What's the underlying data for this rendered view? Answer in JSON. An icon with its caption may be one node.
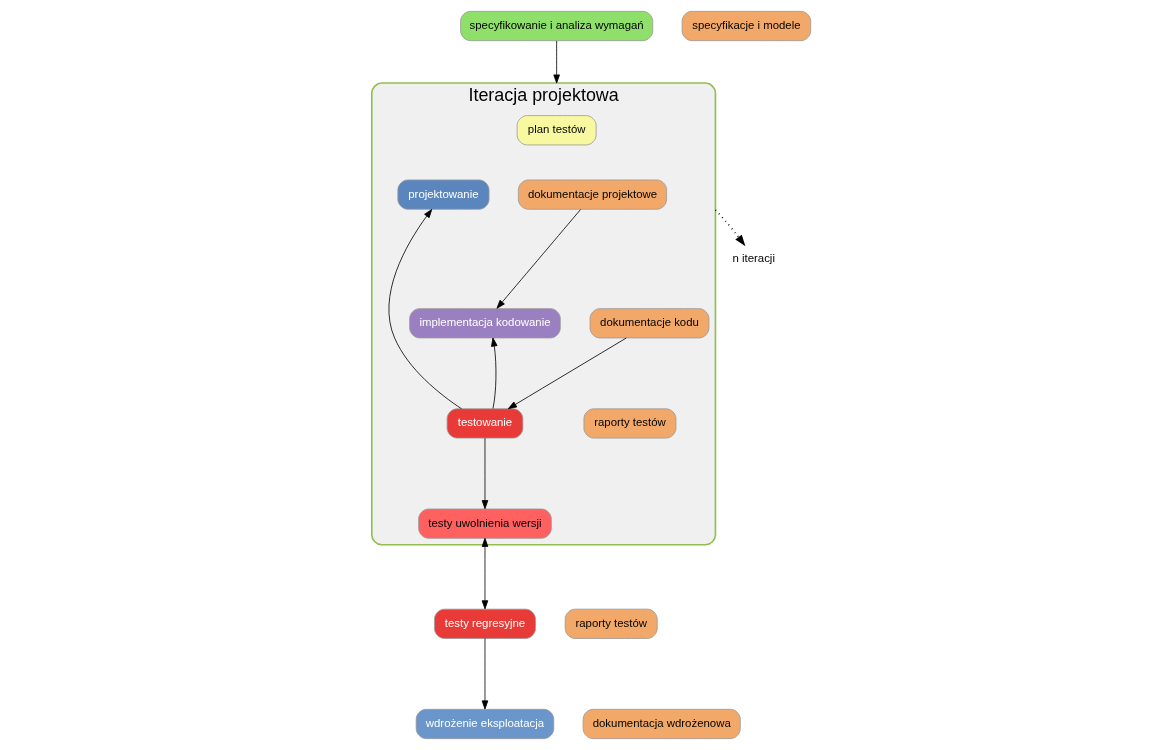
{
  "diagram": {
    "nodes": [
      {
        "text": [
          "specyfikowanie i analiza wymagań"
        ]
      },
      {
        "text": [
          "specyfikacje i modele"
        ]
      },
      {
        "text": [
          "Iteracja projektowa"
        ]
      },
      {
        "text": [
          "plan testów"
        ],
        "in": 2
      },
      {
        "text": [
          "projektowanie"
        ],
        "in": 2
      },
      {
        "text": [
          "dokumentacje projektowe"
        ],
        "in": 2
      },
      {
        "text": [
          "implementacja kodowanie"
        ],
        "in": 2
      },
      {
        "text": [
          "dokumentacje kodu"
        ],
        "in": 2
      },
      {
        "text": [
          "testowanie"
        ],
        "in": 2
      },
      {
        "text": [
          "raporty testów"
        ],
        "in": 2
      },
      {
        "text": [
          "testy uwolnienia wersji"
        ],
        "in": 2
      },
      {
        "text": [
          "testy regresyjne"
        ]
      },
      {
        "text": [
          "raporty testów"
        ]
      },
      {
        "text": [
          "wdrożenie eksploatacja"
        ]
      },
      {
        "text": [
          "dokumentacja wdrożenowa"
        ]
      },
      {
        "text": [
          "n iteracji"
        ]
      }
    ],
    "edges": [
      {
        "from": 0,
        "to": 2,
        "arrow": "to"
      },
      {
        "from": 2,
        "to": 15,
        "arrow": "to",
        "style": "dashed"
      },
      {
        "from": 5,
        "to": 6,
        "arrow": "to"
      },
      {
        "from": 7,
        "to": 8,
        "arrow": "to"
      },
      {
        "from": 8,
        "to": 4,
        "arrow": "to"
      },
      {
        "from": 8,
        "to": 6,
        "arrow": "to"
      },
      {
        "from": 8,
        "to": 10,
        "arrow": "to"
      },
      {
        "from": 10,
        "to": 11,
        "arrow": "both"
      },
      {
        "from": 11,
        "to": 13,
        "arrow": "to"
      }
    ]
  }
}
